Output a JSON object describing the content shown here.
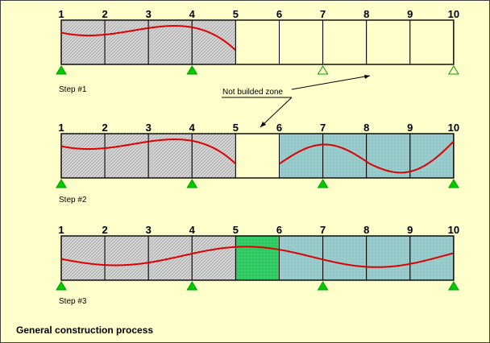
{
  "title": "General construction process",
  "annotation": "Not builded zone",
  "node_labels": [
    "1",
    "2",
    "3",
    "4",
    "5",
    "6",
    "7",
    "8",
    "9",
    "10"
  ],
  "colors": {
    "background": "#FFFFCC",
    "existing_fill": "#D6D6D6",
    "new_fill": "#99CCCC",
    "closure_fill": "#33CC66",
    "deflection": "#DD0000",
    "support_fixed": "#00CC00",
    "support_free_outline": "#009900"
  },
  "steps": [
    {
      "label": "Step #1",
      "built_segments": [
        1,
        2,
        3,
        4
      ],
      "segments": [
        "existing",
        "existing",
        "existing",
        "existing",
        "none",
        "none",
        "none",
        "none",
        "none"
      ],
      "supports": [
        {
          "node": 1,
          "state": "active"
        },
        {
          "node": 4,
          "state": "active"
        },
        {
          "node": 7,
          "state": "inactive"
        },
        {
          "node": 10,
          "state": "inactive"
        }
      ]
    },
    {
      "label": "Step #2",
      "segments": [
        "existing",
        "existing",
        "existing",
        "existing",
        "none",
        "new",
        "new",
        "new",
        "new"
      ],
      "supports": [
        {
          "node": 1,
          "state": "active"
        },
        {
          "node": 4,
          "state": "active"
        },
        {
          "node": 7,
          "state": "active"
        },
        {
          "node": 10,
          "state": "active"
        }
      ]
    },
    {
      "label": "Step #3",
      "segments": [
        "existing",
        "existing",
        "existing",
        "existing",
        "closure",
        "new",
        "new",
        "new",
        "new"
      ],
      "supports": [
        {
          "node": 1,
          "state": "active"
        },
        {
          "node": 4,
          "state": "active"
        },
        {
          "node": 7,
          "state": "active"
        },
        {
          "node": 10,
          "state": "active"
        }
      ]
    }
  ]
}
